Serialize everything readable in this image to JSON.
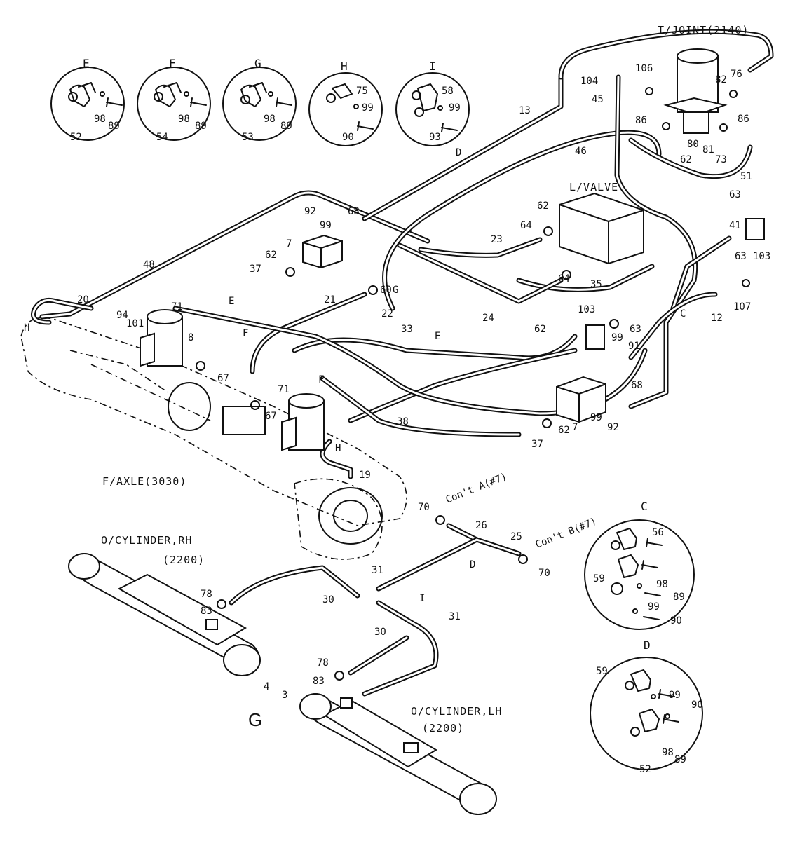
{
  "title_labels": {
    "tjoint": "T/JOINT(2140)",
    "lvalve": "L/VALVE",
    "faxle": "F/AXLE(3030)",
    "ocyl_rh_1": "O/CYLINDER,RH",
    "ocyl_rh_2": "(2200)",
    "ocyl_lh_1": "O/CYLINDER,LH",
    "ocyl_lh_2": "(2200)",
    "cont_a": "Con't A(#7)",
    "cont_b": "Con't B(#7)",
    "g_mark": "G"
  },
  "detail_views": {
    "E": {
      "letter": "E",
      "parts": [
        "52",
        "98",
        "89"
      ]
    },
    "F": {
      "letter": "F",
      "parts": [
        "54",
        "98",
        "89"
      ]
    },
    "G": {
      "letter": "G",
      "parts": [
        "53",
        "98",
        "89"
      ]
    },
    "H": {
      "letter": "H",
      "parts": [
        "75",
        "99",
        "90"
      ]
    },
    "I": {
      "letter": "I",
      "parts": [
        "58",
        "99",
        "93"
      ]
    },
    "C": {
      "letter": "C",
      "parts": [
        "56",
        "59",
        "98",
        "89",
        "99",
        "90"
      ]
    },
    "D": {
      "letter": "D",
      "parts": [
        "59",
        "99",
        "90",
        "52",
        "98",
        "89"
      ]
    }
  },
  "part_numbers": {
    "p104": "104",
    "p106": "106",
    "p82": "82",
    "p76": "76",
    "p45": "45",
    "p13": "13",
    "p86a": "86",
    "p86b": "86",
    "p80": "80",
    "p81": "81",
    "p73": "73",
    "p62a": "62",
    "p46": "46",
    "p51": "51",
    "p63a": "63",
    "pDa": "D",
    "p62b": "62",
    "p64a": "64",
    "p68a": "68",
    "p92a": "92",
    "p99a": "99",
    "p7a": "7",
    "p23": "23",
    "p64b": "64",
    "p35": "35",
    "p41": "41",
    "p63b": "63",
    "p103a": "103",
    "p48": "48",
    "p62c": "62",
    "p37a": "37",
    "pG": "G",
    "p60": "60",
    "p21": "21",
    "p22": "22",
    "p24": "24",
    "p20": "20",
    "p94": "94",
    "p101": "101",
    "p71a": "71",
    "p8": "8",
    "pE": "E",
    "pF": "F",
    "p33": "33",
    "pE2": "E",
    "p103b": "103",
    "p62d": "62",
    "p63c": "63",
    "p99b": "99",
    "p91": "91",
    "p12": "12",
    "p107": "107",
    "pC": "C",
    "pH": "H",
    "p67a": "67",
    "p67b": "67",
    "p71b": "71",
    "pF2": "F",
    "p68b": "68",
    "p99c": "99",
    "p92b": "92",
    "p7b": "7",
    "p38": "38",
    "p62e": "62",
    "p37b": "37",
    "pH2": "H",
    "p19": "19",
    "pDb": "D",
    "p70a": "70",
    "p26": "26",
    "p25": "25",
    "p70b": "70",
    "pI": "I",
    "p78a": "78",
    "p83a": "83",
    "p31a": "31",
    "p30a": "30",
    "p31b": "31",
    "p30b": "30",
    "p4": "4",
    "p78b": "78",
    "p83b": "83",
    "p3": "3"
  }
}
